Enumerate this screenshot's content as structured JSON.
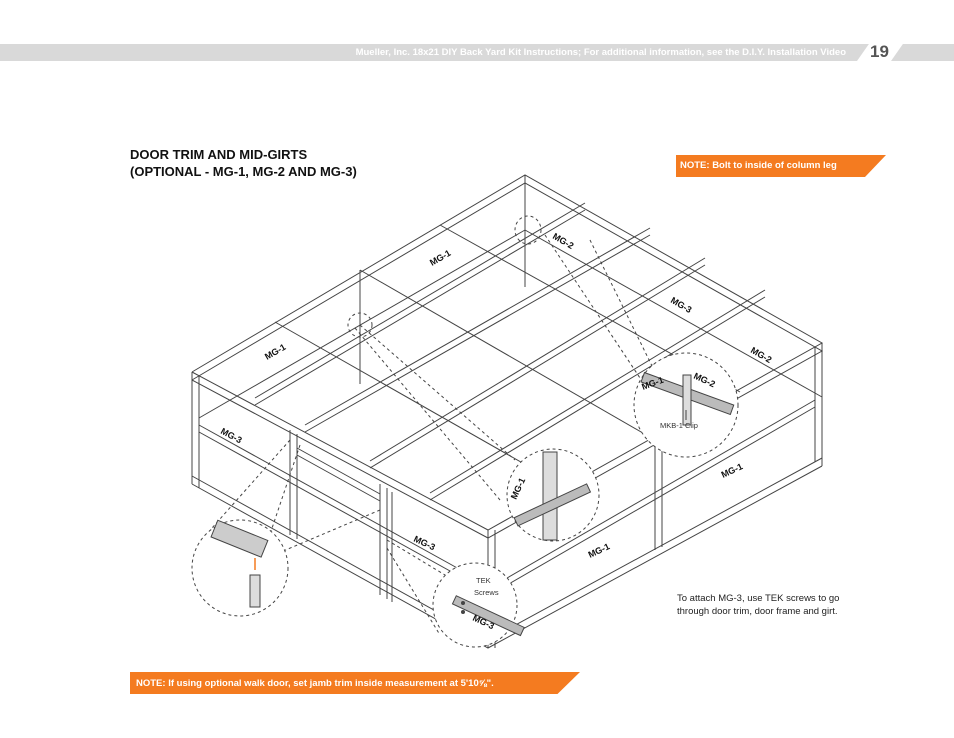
{
  "header": {
    "text": "Mueller, Inc. 18x21 DIY Back Yard Kit Instructions; For additional information, see the D.I.Y. Installation Video",
    "page_number": "19"
  },
  "title": {
    "line1": "DOOR TRIM AND MID-GIRTS",
    "line2": "(OPTIONAL - MG-1, MG-2 AND MG-3)"
  },
  "notes": {
    "top": "NOTE: Bolt to inside of column leg",
    "bottom": "NOTE: If using optional walk door, set jamb trim inside measurement at 5'10⅝\"."
  },
  "instruction": {
    "line1": "To attach MG-3, use TEK screws to go",
    "line2": "through door trim, door frame and girt."
  },
  "labels": {
    "mg1": "MG-1",
    "mg2": "MG-2",
    "mg3": "MG-3",
    "mkb1": "MKB-1 Clip",
    "tek1": "TEK",
    "tek2": "Screws"
  },
  "colors": {
    "accent": "#f47b20",
    "header_bar": "#d9d9d9"
  }
}
